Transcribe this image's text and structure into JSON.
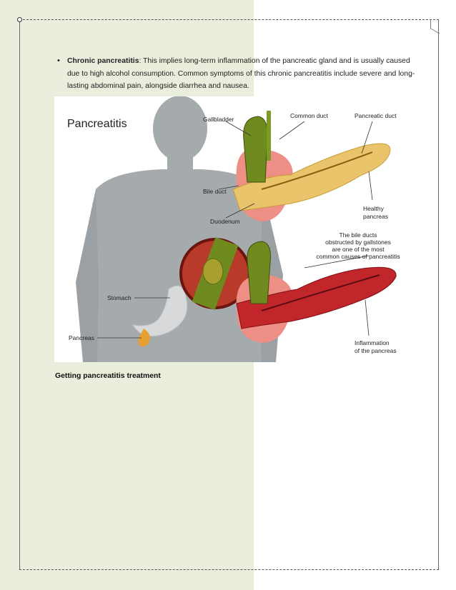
{
  "bullet": {
    "term": "Chronic pancreatitis",
    "text": ": This implies long-term inflammation of the pancreatic gland and is usually caused due to high alcohol consumption. Common symptoms of this chronic pancreatitis include severe and long-lasting abdominal pain, alongside diarrhea and nausea."
  },
  "figure": {
    "title": "Pancreatitis",
    "labels": {
      "gallbladder": "Gallbladder",
      "common_duct": "Common duct",
      "pancreatic_duct": "Pancreatic duct",
      "bile_duct": "Bile duct",
      "duodenum": "Duodenum",
      "healthy_1": "Healthy",
      "healthy_2": "pancreas",
      "obstruct_1": "The bile ducts",
      "obstruct_2": "obstructed by gallstones",
      "obstruct_3": "are one of the most",
      "obstruct_4": "common causes of pancreatitis",
      "stomach": "Stomach",
      "pancreas": "Pancreas",
      "inflam_1": "Inflammation",
      "inflam_2": "of the pancreas"
    }
  },
  "section_heading": "Getting pancreatitis treatment",
  "colors": {
    "left_tint": "#e9efdc",
    "silhouette": "#9ea3a6",
    "pancreas_healthy": "#e9c46a",
    "pancreas_inflamed": "#c0262a",
    "duodenum": "#ee8f86",
    "gallbladder": "#6f8a1e"
  }
}
